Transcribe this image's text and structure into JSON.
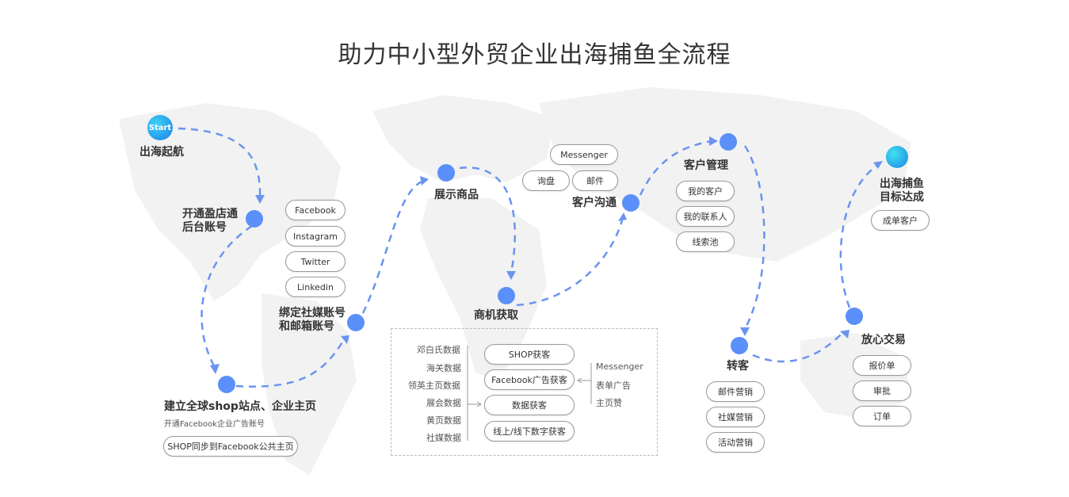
{
  "title": "助力中小型外贸企业出海捕鱼全流程",
  "start": {
    "badge": "Start",
    "label": "出海起航"
  },
  "steps": {
    "s1": {
      "label1": "开通盈店通",
      "label2": "后台账号"
    },
    "s2": {
      "label1": "绑定社媒账号",
      "label2": "和邮箱账号",
      "options": [
        "Facebook",
        "Instagram",
        "Twitter",
        "Linkedin"
      ]
    },
    "s3": {
      "label": "建立全球shop站点、企业主页",
      "sub": "开通Facebook企业广告账号",
      "option": "SHOP同步到Facebook公共主页"
    },
    "s4": {
      "label": "展示商品"
    },
    "s5": {
      "label": "商机获取",
      "sources": [
        "邓白氏数据",
        "海关数据",
        "领英主页数据",
        "展会数据",
        "黄页数据",
        "社媒数据"
      ],
      "channels": [
        "SHOP获客",
        "Facebook广告获客",
        "数据获客",
        "线上/线下数字获客"
      ],
      "extra": [
        "Messenger",
        "表单广告",
        "主页赞"
      ]
    },
    "s6": {
      "label": "客户沟通",
      "options": [
        "Messenger",
        "询盘",
        "邮件"
      ]
    },
    "s7": {
      "label": "客户管理",
      "options": [
        "我的客户",
        "我的联系人",
        "线索池"
      ]
    },
    "s8": {
      "label": "转客",
      "options": [
        "邮件营销",
        "社媒营销",
        "活动营销"
      ]
    },
    "s9": {
      "label": "放心交易",
      "options": [
        "报价单",
        "审批",
        "订单"
      ]
    },
    "goal": {
      "label1": "出海捕鱼",
      "label2": "目标达成",
      "option": "成单客户"
    }
  },
  "colors": {
    "node": "#5b8ff9",
    "path": "#6b93f0",
    "map": "#f1f1f1"
  }
}
